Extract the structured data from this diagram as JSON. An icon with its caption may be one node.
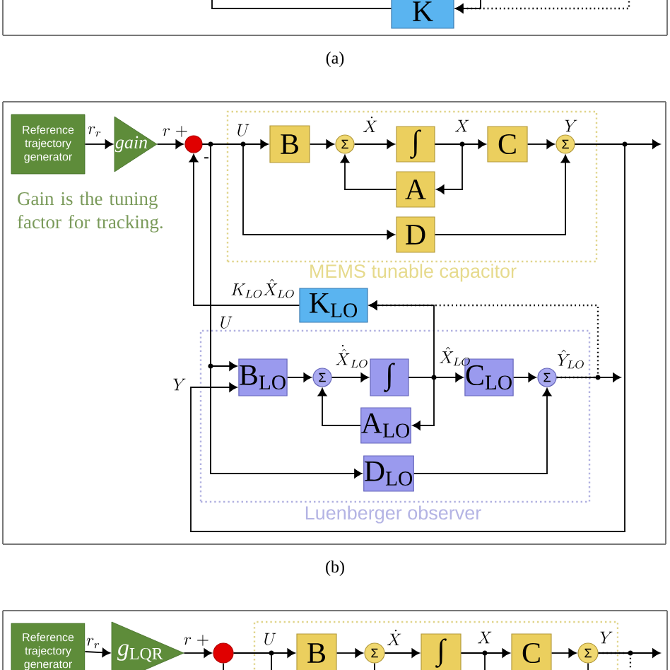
{
  "diagram": {
    "nodes": [
      {
        "text": [
          "K"
        ]
      },
      {
        "text": [
          "Reference trajectory generator"
        ]
      },
      {
        "text": [
          "*gain*"
        ]
      },
      {
        "text": [],
        "shape": "circle"
      },
      {
        "text": [
          "MEMS tunable capacitor"
        ]
      },
      {
        "text": [
          "B"
        ],
        "in": 4
      },
      {
        "text": [
          "Σ"
        ],
        "in": 4
      },
      {
        "text": [
          "∫"
        ],
        "in": 4
      },
      {
        "text": [
          "C"
        ],
        "in": 4
      },
      {
        "text": [
          "Σ"
        ],
        "in": 4
      },
      {
        "text": [
          "A"
        ],
        "in": 4
      },
      {
        "text": [
          "D"
        ],
        "in": 4
      },
      {
        "text": [
          "K$_{LO}$"
        ]
      },
      {
        "text": [
          "Luenberger observer"
        ]
      },
      {
        "text": [
          "B$_{LO}$"
        ],
        "in": 13
      },
      {
        "text": [
          "Σ"
        ],
        "in": 13
      },
      {
        "text": [
          "∫"
        ],
        "in": 13
      },
      {
        "text": [
          "C$_{LO}$"
        ],
        "in": 13
      },
      {
        "text": [
          "Σ"
        ],
        "in": 13
      },
      {
        "text": [
          "A$_{LO}$"
        ],
        "in": 13
      },
      {
        "text": [
          "D$_{LO}$"
        ],
        "in": 13
      },
      {
        "text": [
          "Reference trajectory generator"
        ]
      },
      {
        "text": [
          "*g*$_{LQR}$"
        ]
      },
      {
        "text": [],
        "shape": "circle"
      },
      {
        "text": [],
        "shape": "box"
      },
      {
        "text": [
          "B"
        ],
        "in": 24
      },
      {
        "text": [
          "Σ"
        ],
        "in": 24
      },
      {
        "text": [
          "∫"
        ],
        "in": 24
      },
      {
        "text": [
          "C"
        ],
        "in": 24
      },
      {
        "text": [
          "Σ"
        ],
        "in": 24
      }
    ],
    "edges": [
      {
        "from": 0,
        "to": null,
        "arrow": "none"
      },
      {
        "from": null,
        "to": 0,
        "arrow": "to"
      },
      {
        "from": null,
        "to": 0,
        "arrow": "to",
        "style": "dashed"
      },
      {
        "from": 1,
        "to": 2,
        "arrow": "to",
        "label": "r_r"
      },
      {
        "from": 2,
        "to": 3,
        "arrow": "to",
        "label": "r\\;+"
      },
      {
        "from": 3,
        "to": 5,
        "arrow": "to",
        "label": "U"
      },
      {
        "from": 3,
        "to": 11,
        "arrow": "to"
      },
      {
        "from": 3,
        "to": 14,
        "arrow": "to",
        "label": "U"
      },
      {
        "from": 3,
        "to": 20,
        "arrow": "to"
      },
      {
        "from": 5,
        "to": 6,
        "arrow": "to"
      },
      {
        "from": 6,
        "to": 7,
        "arrow": "to",
        "label": "\\dot{X}"
      },
      {
        "from": 7,
        "to": 8,
        "arrow": "to",
        "label": "X"
      },
      {
        "from": 7,
        "to": 10,
        "arrow": "to"
      },
      {
        "from": 10,
        "to": 6,
        "arrow": "to"
      },
      {
        "from": 11,
        "to": 9,
        "arrow": "to"
      },
      {
        "from": 8,
        "to": 9,
        "arrow": "to"
      },
      {
        "from": 9,
        "to": null,
        "arrow": "to",
        "label": "Y"
      },
      {
        "from": 9,
        "to": 14,
        "arrow": "to",
        "label": "Y"
      },
      {
        "from": 12,
        "to": 3,
        "arrow": "to",
        "label": "K_{LO}\\hat{X}_{LO}"
      },
      {
        "from": 14,
        "to": 15,
        "arrow": "to"
      },
      {
        "from": 15,
        "to": 16,
        "arrow": "to",
        "label": "\\dot{\\hat{X}}_{LO}"
      },
      {
        "from": 16,
        "to": 17,
        "arrow": "to",
        "label": "\\hat{X}_{LO}"
      },
      {
        "from": 16,
        "to": 19,
        "arrow": "to"
      },
      {
        "from": 19,
        "to": 15,
        "arrow": "to"
      },
      {
        "from": 16,
        "to": 12,
        "arrow": "to"
      },
      {
        "from": 17,
        "to": 18,
        "arrow": "to"
      },
      {
        "from": 20,
        "to": 18,
        "arrow": "to"
      },
      {
        "from": 18,
        "to": null,
        "arrow": "to",
        "label": "\\hat{Y}_{LO}"
      },
      {
        "from": 18,
        "to": 12,
        "arrow": "to",
        "style": "dashed"
      },
      {
        "from": 21,
        "to": 22,
        "arrow": "to",
        "label": "r_r"
      },
      {
        "from": 22,
        "to": 23,
        "arrow": "to",
        "label": "r\\;+"
      },
      {
        "from": 23,
        "to": 25,
        "arrow": "to",
        "label": "U"
      },
      {
        "from": 25,
        "to": 26,
        "arrow": "to"
      },
      {
        "from": 26,
        "to": 27,
        "arrow": "to",
        "label": "\\dot{X}"
      },
      {
        "from": 27,
        "to": 28,
        "arrow": "to",
        "label": "X"
      },
      {
        "from": 28,
        "to": 29,
        "arrow": "to"
      },
      {
        "from": 29,
        "to": null,
        "arrow": "to",
        "label": "Y"
      },
      {
        "from": null,
        "to": 23,
        "arrow": "none"
      },
      {
        "from": 23,
        "to": 24,
        "arrow": "none"
      },
      {
        "from": 24,
        "to": 26,
        "arrow": "none"
      },
      {
        "from": 27,
        "to": 24,
        "arrow": "none"
      },
      {
        "from": 24,
        "to": 29,
        "arrow": "none"
      },
      {
        "from": 29,
        "to": 24,
        "arrow": "none",
        "style": "dashed"
      }
    ],
    "labels": [
      "(a)",
      "-",
      "Gain is the tuning factor for tracking.",
      "(b)"
    ]
  }
}
